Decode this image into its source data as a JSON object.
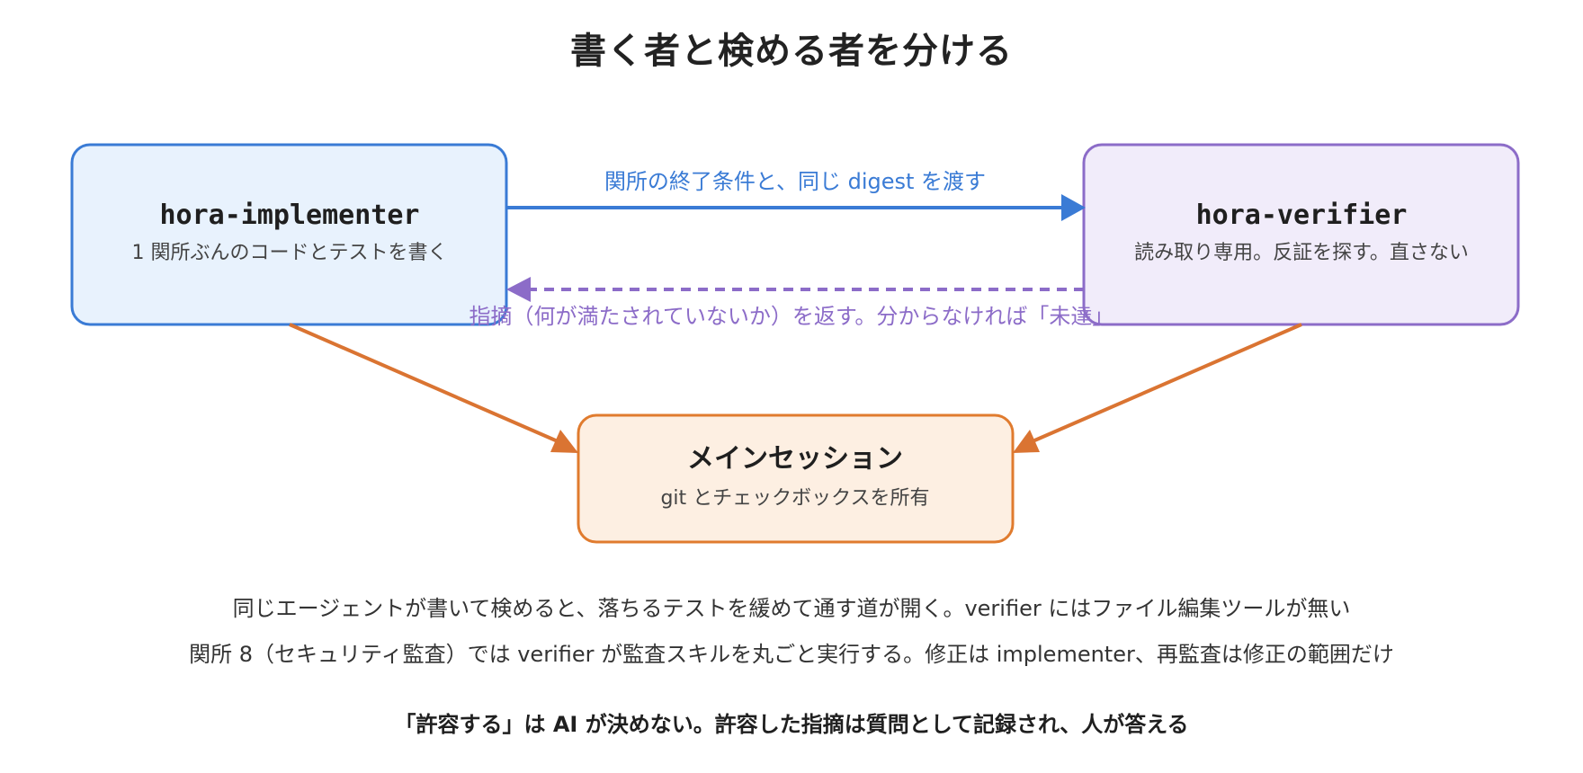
{
  "title": "書く者と検める者を分ける",
  "nodes": {
    "implementer": {
      "title": "hora-implementer",
      "subtitle": "1 関所ぶんのコードとテストを書く"
    },
    "verifier": {
      "title": "hora-verifier",
      "subtitle": "読み取り専用。反証を探す。直さない"
    },
    "main_session": {
      "title": "メインセッション",
      "subtitle": "git とチェックボックスを所有"
    }
  },
  "edges": {
    "handoff_label": "関所の終了条件と、同じ digest を渡す",
    "feedback_label": "指摘（何が満たされていないか）を返す。分からなければ「未達」"
  },
  "notes": {
    "line1": "同じエージェントが書いて検めると、落ちるテストを緩めて通す道が開く。verifier にはファイル編集ツールが無い",
    "line2": "関所 8（セキュリティ監査）では verifier が監査スキルを丸ごと実行する。修正は implementer、再監査は修正の範囲だけ",
    "line3": "「許容する」は AI が決めない。許容した指摘は質問として記録され、人が答える"
  },
  "colors": {
    "implementer_border": "#3a7bd5",
    "implementer_fill": "#e8f2fd",
    "verifier_border": "#8c6cc8",
    "verifier_fill": "#f1ecfa",
    "main_border": "#e07b2e",
    "main_fill": "#fdefe2",
    "handoff_arrow": "#3a7bd5",
    "feedback_arrow": "#8c6cc8",
    "main_arrows": "#da7432"
  }
}
